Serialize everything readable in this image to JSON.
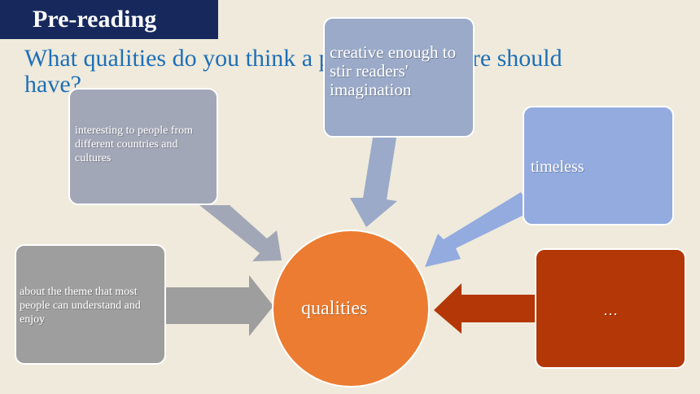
{
  "header": {
    "tag": "Pre-reading"
  },
  "question": "What qualities do you think a piece of literature should have?",
  "center": {
    "label": "qualities",
    "color": "#ec7c31"
  },
  "nodes": [
    {
      "label": "interesting to people from different countries and cultures",
      "color": "#a2a7b7"
    },
    {
      "label": "creative enough to stir readers' imagination",
      "color": "#9aaac8"
    },
    {
      "label": "timeless",
      "color": "#93abdf"
    },
    {
      "label": "about the theme that most people can understand and enjoy",
      "color": "#9e9e9e"
    },
    {
      "label": "…",
      "color": "#b43708"
    }
  ]
}
